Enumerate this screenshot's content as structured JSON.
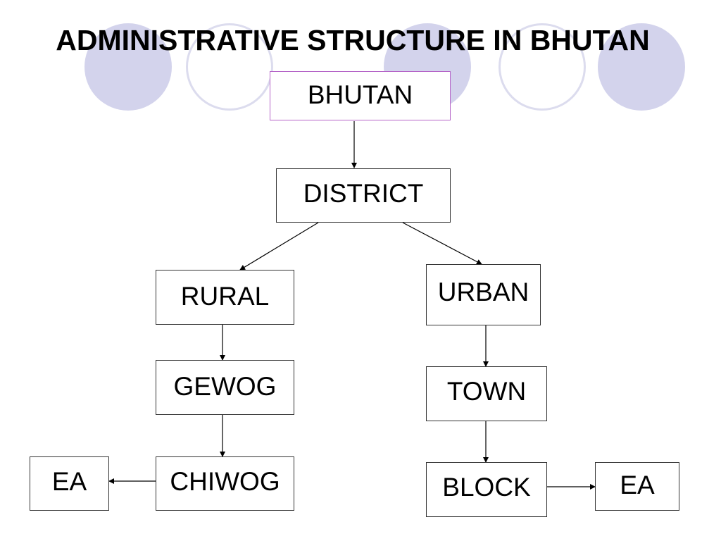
{
  "title": "ADMINISTRATIVE STRUCTURE IN BHUTAN",
  "nodes": {
    "bhutan": "BHUTAN",
    "district": "DISTRICT",
    "rural": "RURAL",
    "urban": "URBAN",
    "gewog": "GEWOG",
    "town": "TOWN",
    "chiwog": "CHIWOG",
    "ea_left": "EA",
    "block": "BLOCK",
    "ea_right": "EA"
  },
  "edges": [
    [
      "bhutan",
      "district"
    ],
    [
      "district",
      "rural"
    ],
    [
      "district",
      "urban"
    ],
    [
      "rural",
      "gewog"
    ],
    [
      "gewog",
      "chiwog"
    ],
    [
      "chiwog",
      "ea_left"
    ],
    [
      "urban",
      "town"
    ],
    [
      "town",
      "block"
    ],
    [
      "block",
      "ea_right"
    ]
  ],
  "colors": {
    "decor_fill": "#d3d3ec",
    "decor_ring": "#dcdcee",
    "root_border": "#b565c8",
    "box_border": "#333333",
    "arrow": "#000000"
  }
}
